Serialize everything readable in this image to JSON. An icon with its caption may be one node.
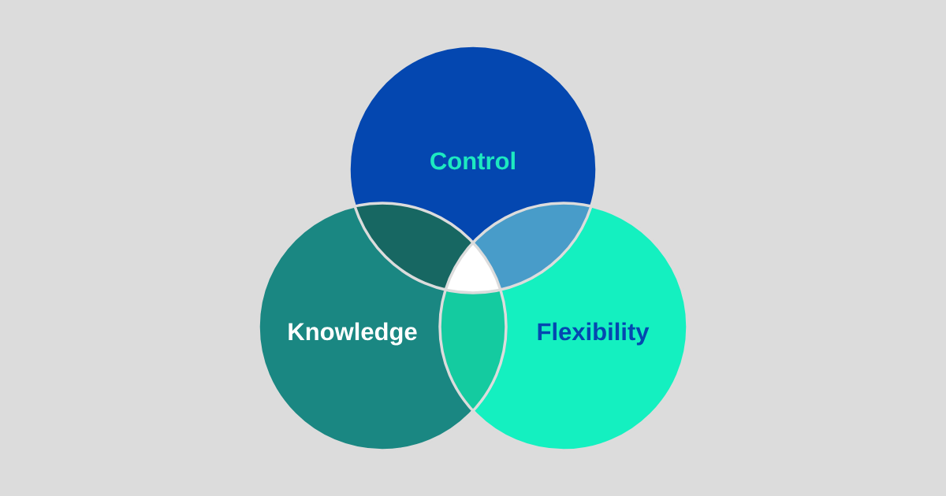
{
  "diagram": {
    "nodes": [
      {
        "text": [
          "Control"
        ]
      },
      {
        "text": [
          "Knowledge"
        ]
      },
      {
        "text": [
          "Flexibility"
        ]
      }
    ]
  }
}
